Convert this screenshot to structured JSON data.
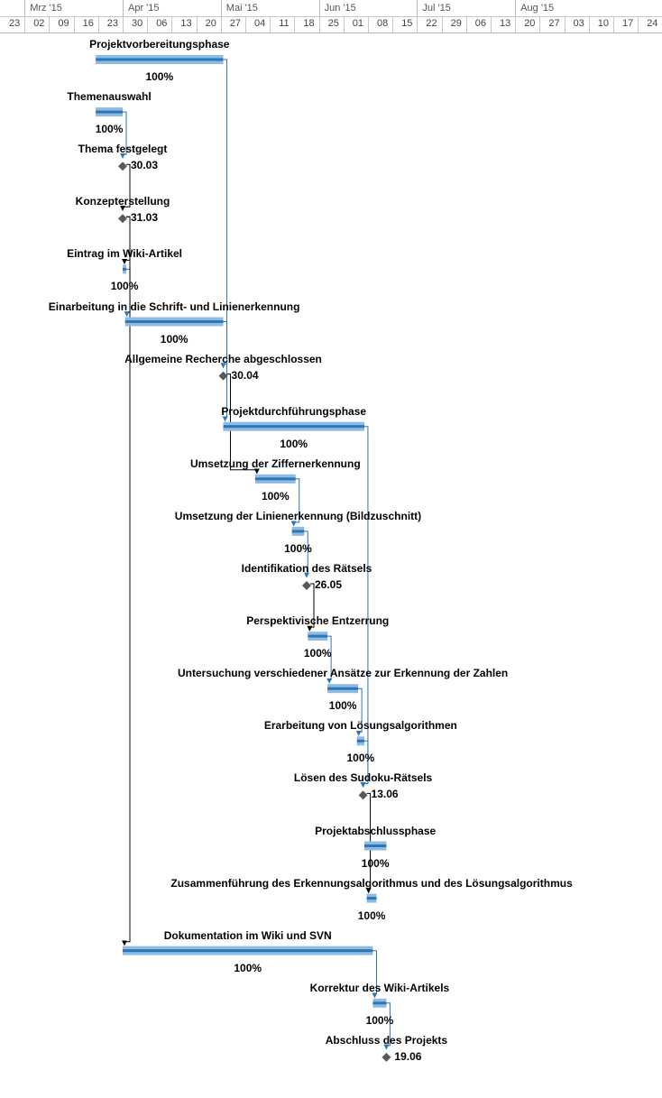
{
  "timescale": {
    "months": [
      {
        "label": "Mrz '15",
        "col": 1
      },
      {
        "label": "Apr '15",
        "col": 5
      },
      {
        "label": "Mai '15",
        "col": 9
      },
      {
        "label": "Jun '15",
        "col": 13
      },
      {
        "label": "Jul '15",
        "col": 17
      },
      {
        "label": "Aug '15",
        "col": 21
      }
    ],
    "days": [
      "23",
      "02",
      "09",
      "16",
      "23",
      "30",
      "06",
      "13",
      "20",
      "27",
      "04",
      "11",
      "18",
      "25",
      "01",
      "08",
      "15",
      "22",
      "29",
      "06",
      "13",
      "20",
      "27",
      "03",
      "10",
      "17",
      "24"
    ]
  },
  "colors": {
    "bar": "#5a9bd5",
    "bar_progress": "#2e75b6",
    "bar_edge": "#8fbbe3",
    "link_blue": "#2e75b6",
    "link_black": "#000000",
    "milestone": "#595959"
  },
  "tasks": [
    {
      "id": "t1",
      "label": "Projektvorbereitungsphase",
      "kind": "bar",
      "start_col": 3.9,
      "end_col": 9.1,
      "row": 0,
      "pct": "100%"
    },
    {
      "id": "t2",
      "label": "Themenauswahl",
      "kind": "bar",
      "start_col": 3.9,
      "end_col": 5.0,
      "row": 1,
      "pct": "100%"
    },
    {
      "id": "t3",
      "label": "Thema festgelegt",
      "kind": "milestone",
      "at_col": 5.0,
      "row": 2,
      "date": "30.03"
    },
    {
      "id": "t4",
      "label": "Konzepterstellung",
      "kind": "milestone",
      "at_col": 5.0,
      "row": 3,
      "date": "31.03"
    },
    {
      "id": "t5",
      "label": "Eintrag im Wiki-Artikel",
      "kind": "bar",
      "start_col": 5.0,
      "end_col": 5.15,
      "row": 4,
      "pct": "100%"
    },
    {
      "id": "t6",
      "label": "Einarbeitung in die Schrift- und Linienerkennung",
      "kind": "bar",
      "start_col": 5.1,
      "end_col": 9.1,
      "row": 5,
      "pct": "100%"
    },
    {
      "id": "t7",
      "label": "Allgemeine Recherche abgeschlossen",
      "kind": "milestone",
      "at_col": 9.1,
      "row": 6,
      "date": "30.04"
    },
    {
      "id": "t8",
      "label": "Projektdurchführungsphase",
      "kind": "bar",
      "start_col": 9.1,
      "end_col": 14.85,
      "row": 7,
      "pct": "100%"
    },
    {
      "id": "t9",
      "label": "Umsetzung der Ziffernerkennung",
      "kind": "bar",
      "start_col": 10.4,
      "end_col": 12.05,
      "row": 8,
      "pct": "100%"
    },
    {
      "id": "t10",
      "label": "Umsetzung der Linienerkennung (Bildzuschnitt)",
      "kind": "bar",
      "start_col": 11.9,
      "end_col": 12.4,
      "row": 9,
      "pct": "100%"
    },
    {
      "id": "t11",
      "label": "Identifikation des Rätsels",
      "kind": "milestone",
      "at_col": 12.5,
      "row": 10,
      "date": "26.05"
    },
    {
      "id": "t12",
      "label": "Perspektivische Entzerrung",
      "kind": "bar",
      "start_col": 12.55,
      "end_col": 13.35,
      "row": 11,
      "pct": "100%"
    },
    {
      "id": "t13",
      "label": "Untersuchung verschiedener Ansätze zur Erkennung der Zahlen",
      "kind": "bar",
      "start_col": 13.35,
      "end_col": 14.6,
      "row": 12,
      "pct": "100%"
    },
    {
      "id": "t14",
      "label": "Erarbeitung von Lösungsalgorithmen",
      "kind": "bar",
      "start_col": 14.55,
      "end_col": 14.85,
      "row": 13,
      "pct": "100%"
    },
    {
      "id": "t15",
      "label": "Lösen des Sudoku-Rätsels",
      "kind": "milestone",
      "at_col": 14.8,
      "row": 14,
      "date": "13.06"
    },
    {
      "id": "t16",
      "label": "Projektabschlussphase",
      "kind": "bar",
      "start_col": 14.85,
      "end_col": 15.75,
      "row": 15,
      "pct": "100%"
    },
    {
      "id": "t17",
      "label": "Zusammenführung des Erkennungsalgorithmus und des Lösungsalgorithmus",
      "kind": "bar",
      "start_col": 14.95,
      "end_col": 15.35,
      "row": 16,
      "pct": "100%"
    },
    {
      "id": "t18",
      "label": "Dokumentation im Wiki und SVN",
      "kind": "bar",
      "start_col": 5.0,
      "end_col": 15.2,
      "row": 17,
      "pct": "100%"
    },
    {
      "id": "t19",
      "label": "Korrektur des Wiki-Artikels",
      "kind": "bar",
      "start_col": 15.2,
      "end_col": 15.75,
      "row": 18,
      "pct": "100%"
    },
    {
      "id": "t20",
      "label": "Abschluss des Projekts",
      "kind": "milestone",
      "at_col": 15.75,
      "row": 19,
      "date": "19.06"
    }
  ],
  "links": [
    {
      "from": "t1",
      "to": "t8",
      "color": "link_blue"
    },
    {
      "from": "t2",
      "to": "t3",
      "color": "link_blue"
    },
    {
      "from": "t3",
      "to": "t4",
      "color": "link_black"
    },
    {
      "from": "t4",
      "to": "t5",
      "color": "link_black"
    },
    {
      "from": "t5",
      "to": "t6",
      "color": "link_blue"
    },
    {
      "from": "t4",
      "to": "t18",
      "color": "link_black"
    },
    {
      "from": "t6",
      "to": "t7",
      "color": "link_blue"
    },
    {
      "from": "t7",
      "to": "t9",
      "color": "link_black"
    },
    {
      "from": "t9",
      "to": "t10",
      "color": "link_blue"
    },
    {
      "from": "t10",
      "to": "t11",
      "color": "link_blue"
    },
    {
      "from": "t11",
      "to": "t12",
      "color": "link_black"
    },
    {
      "from": "t12",
      "to": "t13",
      "color": "link_blue"
    },
    {
      "from": "t13",
      "to": "t14",
      "color": "link_blue"
    },
    {
      "from": "t8",
      "to": "t15",
      "color": "link_blue"
    },
    {
      "from": "t14",
      "to": "t15",
      "color": "link_blue"
    },
    {
      "from": "t15",
      "to": "t17",
      "color": "link_black"
    },
    {
      "from": "t18",
      "to": "t19",
      "color": "link_blue"
    },
    {
      "from": "t19",
      "to": "t20",
      "color": "link_blue"
    }
  ]
}
